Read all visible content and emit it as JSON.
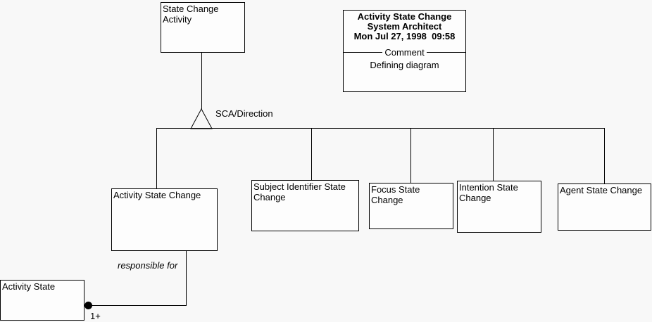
{
  "diagram": {
    "title_block": {
      "title": "Activity State Change",
      "tool": "System Architect",
      "timestamp": "Mon Jul 27, 1998  09:58",
      "divider_label": "Comment",
      "comment": "Defining diagram"
    },
    "root_entity": {
      "label": "State Change Activity"
    },
    "branch_label": "SCA/Direction",
    "entities": [
      {
        "label": "Activity State Change"
      },
      {
        "label": "Subject Identifier State Change"
      },
      {
        "label": "Focus State Change"
      },
      {
        "label": "Intention State Change"
      },
      {
        "label": "Agent State Change"
      }
    ],
    "relationship": {
      "label": "responsible for",
      "cardinality": "1+"
    },
    "related_entity": {
      "label": "Activity State"
    },
    "colors": {
      "line": "#000000",
      "box_fill": "#fdfdfd",
      "background": "#f8f8f8"
    }
  }
}
